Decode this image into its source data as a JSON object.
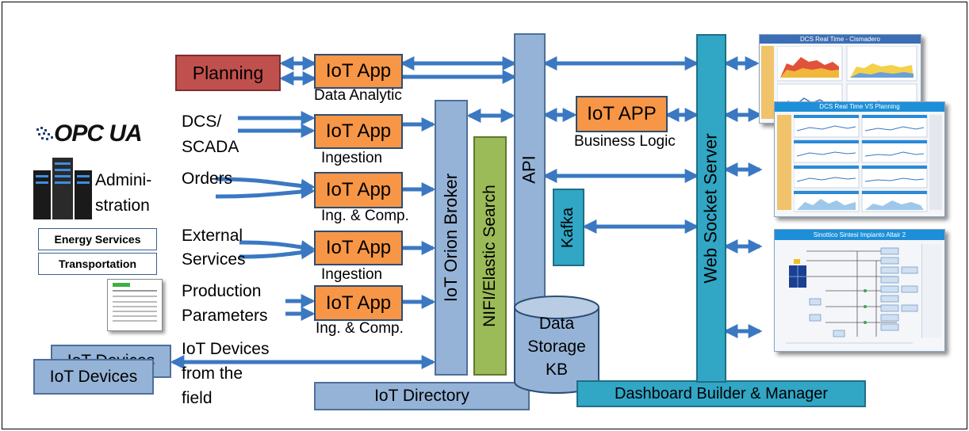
{
  "left": {
    "opc_logo": "OPC UA",
    "administration": [
      "Admini-",
      "stration"
    ],
    "energy_services": "Energy Services",
    "transportation": "Transportation",
    "iot_devices_back": "IoT Devices",
    "iot_devices_front": "IoT Devices"
  },
  "planning": "Planning",
  "sources": {
    "dcs": [
      "DCS/",
      "SCADA"
    ],
    "orders": "Orders",
    "external": [
      "External",
      "Services"
    ],
    "production": [
      "Production",
      "Parameters"
    ],
    "iot_field": [
      "IoT Devices",
      "from the",
      "field"
    ]
  },
  "iot_apps": [
    {
      "label": "IoT App",
      "caption": "Data Analytic"
    },
    {
      "label": "IoT App",
      "caption": "Ingestion"
    },
    {
      "label": "IoT App",
      "caption": "Ing. & Comp."
    },
    {
      "label": "IoT App",
      "caption": "Ingestion"
    },
    {
      "label": "IoT App",
      "caption": "Ing. & Comp."
    }
  ],
  "components": {
    "orion": "IoT Orion Broker",
    "nifi": "NIFI/Elastic Search",
    "api": "API",
    "kafka": "Kafka",
    "storage": [
      "Data",
      "Storage",
      "KB"
    ],
    "directory": "IoT Directory",
    "business_app": "IoT APP",
    "business_caption": "Business Logic",
    "websocket": "Web Socket Server",
    "dashboard_builder": "Dashboard Builder & Manager"
  },
  "screens": {
    "s1_title": "DCS Real Time - Cismadero",
    "s2_title": "DCS Real Time VS Planning",
    "s3_title": "Sinottico Sintesi Impianto Altair 2"
  },
  "colors": {
    "orange": "#f79646",
    "red": "#c0504d",
    "blue": "#95b3d7",
    "teal": "#31a6c5",
    "green": "#9bbb59",
    "arrow": "#3a78c2"
  }
}
